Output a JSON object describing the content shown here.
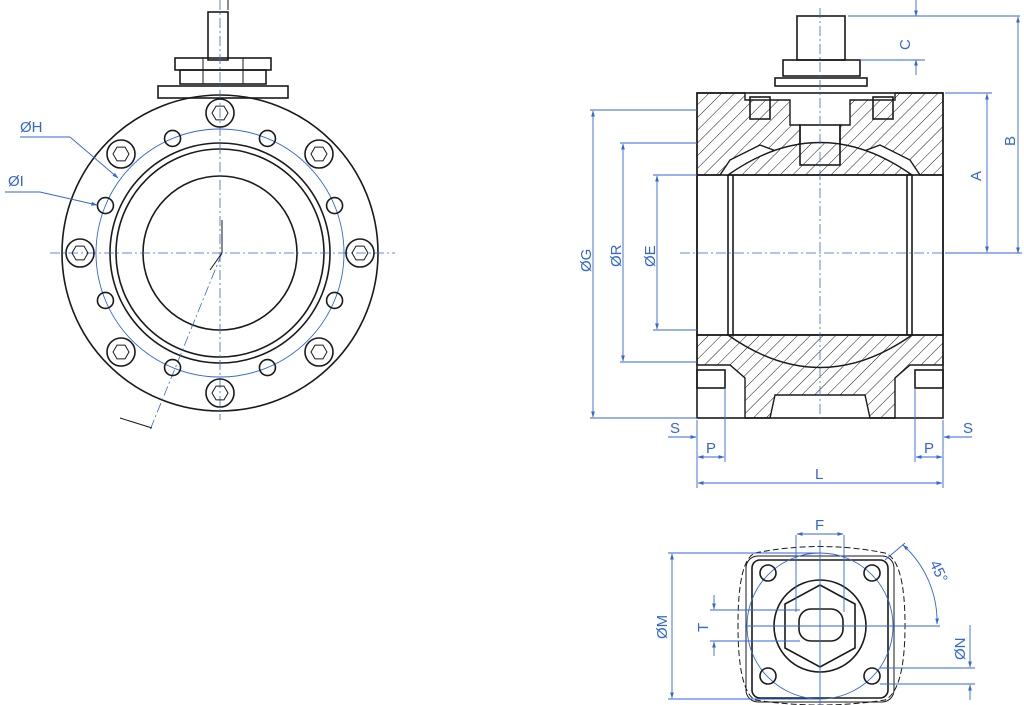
{
  "drawing": {
    "front_view_labels": {
      "bolt_circle": "ØH",
      "bolt_hole": "ØI"
    },
    "section_view_labels": {
      "stem_height": "C",
      "total_height": "B",
      "center_height": "A",
      "flange_od": "ØG",
      "raised_face": "ØR",
      "bore": "ØE",
      "s_left": "S",
      "p_left": "P",
      "s_right": "S",
      "p_right": "P",
      "length": "L"
    },
    "top_view_labels": {
      "flat": "F",
      "angle": "45°",
      "pcd": "ØM",
      "square": "T",
      "hole": "ØN"
    }
  },
  "colors": {
    "line": "#1a1a1a",
    "dimension": "#3366dd"
  }
}
